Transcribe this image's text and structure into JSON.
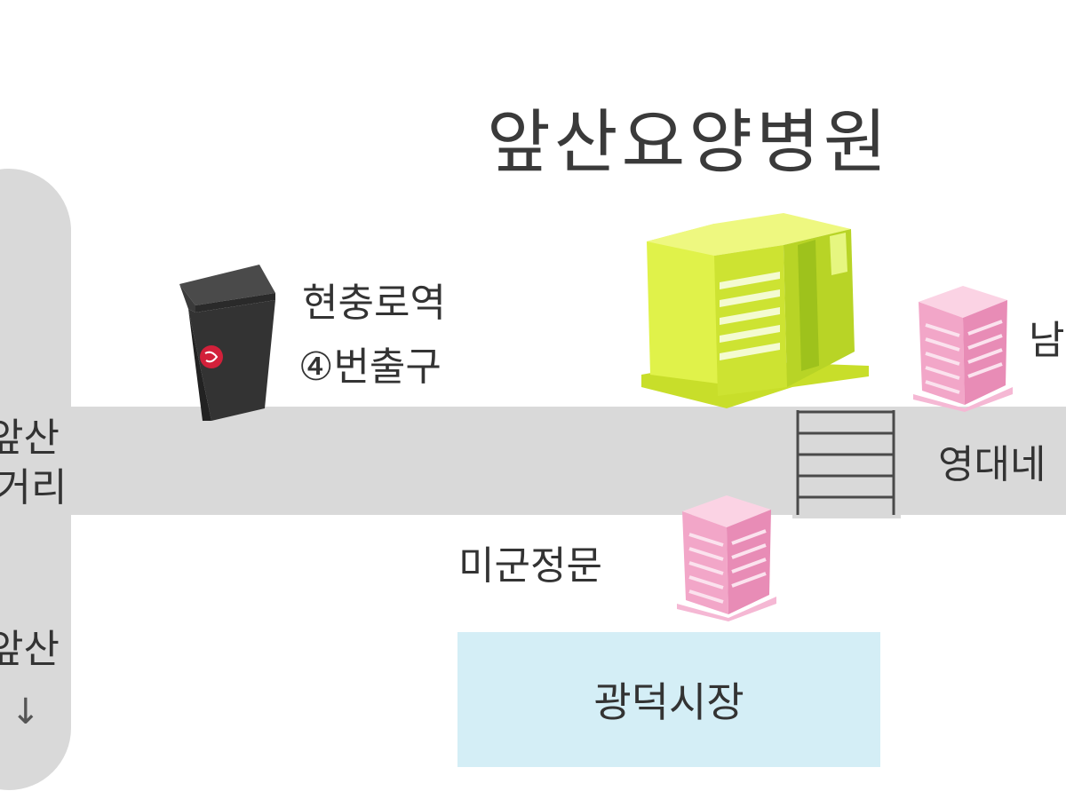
{
  "map": {
    "title": "앞산요양병원",
    "intersection": {
      "line1": "앞산",
      "line2": "네거리"
    },
    "direction": {
      "label": "앞산",
      "arrow": "↓"
    },
    "station_exit": {
      "line1": "현충로역",
      "line2": "④번출구"
    },
    "landmarks": {
      "south_gate": "미군정문",
      "market": "광덕시장",
      "east_street": "영대네",
      "east_partial": "남"
    }
  },
  "colors": {
    "road": "#d9d9d9",
    "market_fill": "#d4eef6",
    "hospital_building": "#d6ee3a",
    "pink_building": "#f2a6c8",
    "station_icon": "#333333"
  },
  "icons": [
    "subway-exit-icon",
    "hospital-building-icon",
    "building-icon",
    "crosswalk-icon"
  ]
}
